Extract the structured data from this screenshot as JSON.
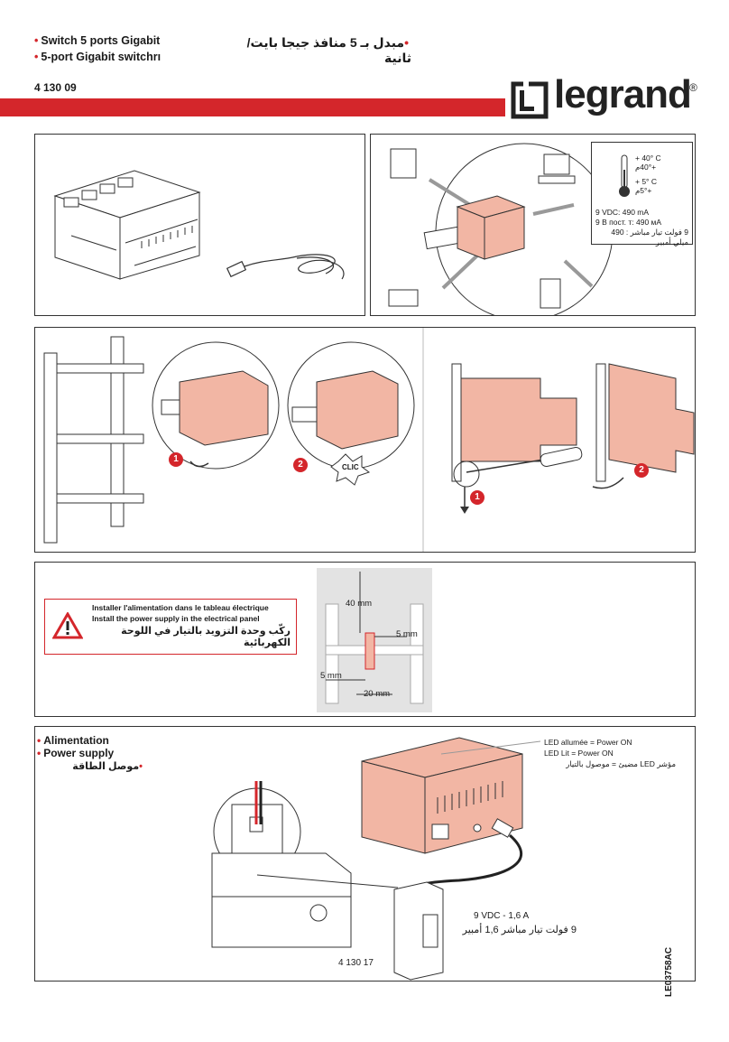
{
  "header": {
    "title_fr": "Switch 5 ports Gigabit",
    "title_tr": "5-port Gigabit switchrı",
    "title_ar": "مبدل بـ 5 منافذ جيجا بايت/ثانية",
    "ref": "4 130 09",
    "brand": "legrand",
    "registered": "®",
    "colors": {
      "red": "#d4262b",
      "device": "#f2b6a4",
      "dark": "#222222"
    }
  },
  "panel2": {
    "temp_max": "+ 40° C",
    "temp_max_ar": "+40°م",
    "temp_min": "+ 5° C",
    "temp_min_ar": "+5°م",
    "spec_en": "9 VDC: 490 mA",
    "spec_ru": "9 В пост. т: 490 мА",
    "spec_ar": "9 فولت تيار مباشر : 490 ميلي أمبير"
  },
  "panel3": {
    "step1": "1",
    "step2": "2",
    "clic": "CLIC",
    "step3": "1",
    "step4": "2"
  },
  "panel4": {
    "warning_fr": "Installer l'alimentation dans le tableau électrique",
    "warning_en": "Install the power supply in the electrical panel",
    "warning_ar": "ركّب وحدة التزويد بالتيار في اللوحة الكهربائية",
    "dim_40": "40 mm",
    "dim_5a": "5 mm",
    "dim_5b": "5 mm",
    "dim_20": "20 mm"
  },
  "panel5": {
    "alim_fr": "Alimentation",
    "alim_en": "Power supply",
    "alim_ar": "موصل الطاقة",
    "led_fr": "LED allumée = Power ON",
    "led_en": "LED Lit = Power ON",
    "led_ar": "مؤشر LED مضيئ = موصول بالتيار",
    "psu_spec": "9 VDC - 1,6 A",
    "psu_spec_ar": "9 فولت تيار مباشر 1,6 أمبير",
    "psu_ref": "4 130 17"
  },
  "footer": {
    "doc_code": "LE03758AC"
  }
}
